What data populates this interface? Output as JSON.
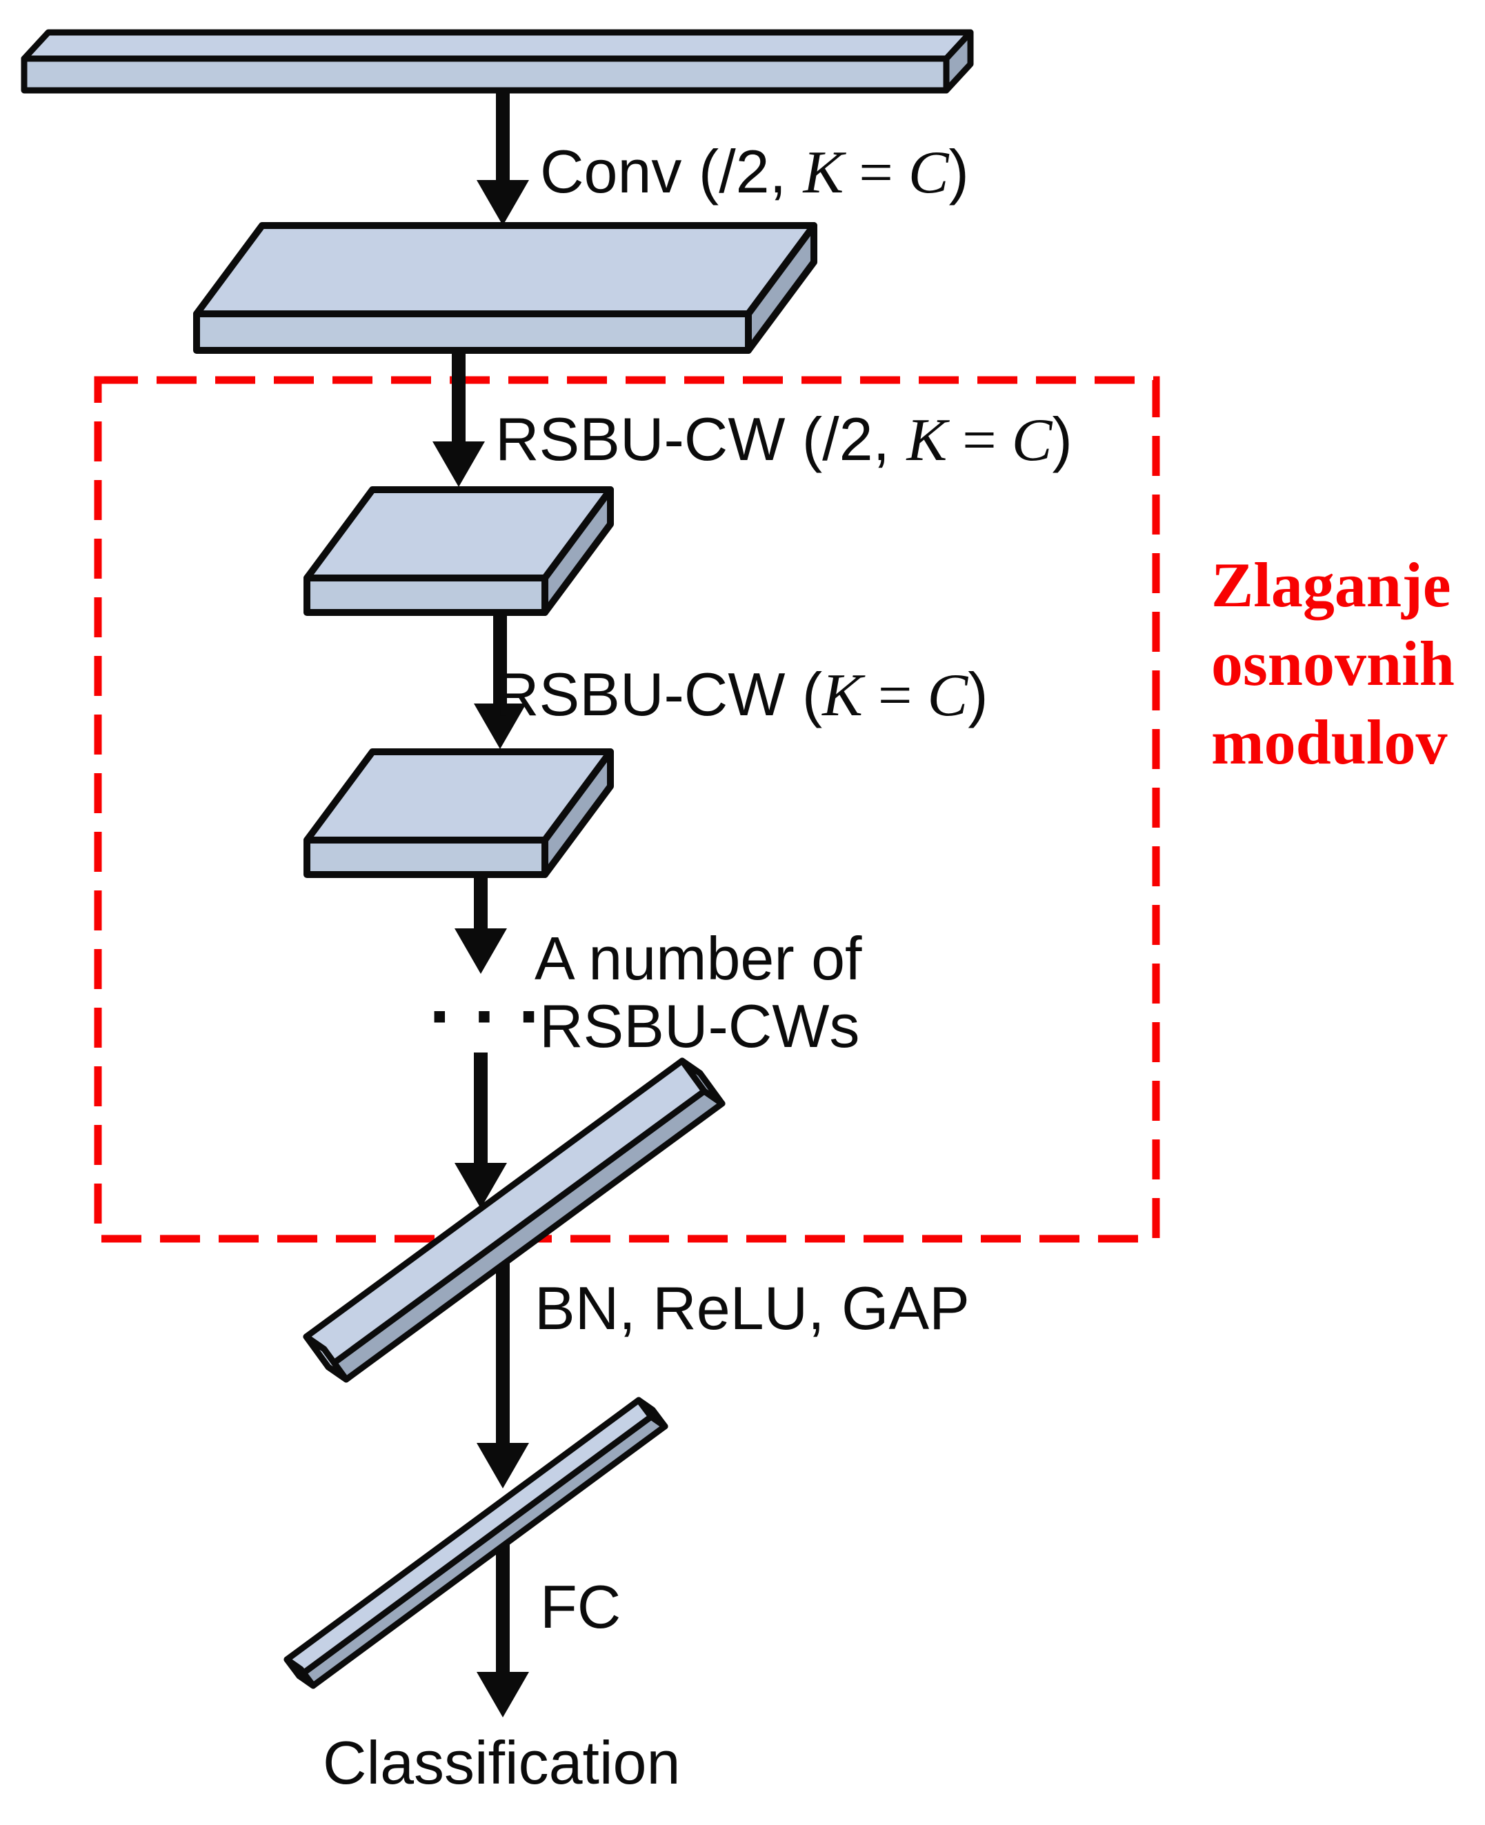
{
  "diagram": {
    "labels": {
      "conv": [
        {
          "t": "Conv (/2, "
        },
        {
          "t": "K",
          "f": "mathit"
        },
        {
          "t": " = ",
          "f": "mathserif"
        },
        {
          "t": "C",
          "f": "mathit"
        },
        {
          "t": ")"
        }
      ],
      "rsbu_halve": [
        {
          "t": "RSBU-CW (/2, "
        },
        {
          "t": "K",
          "f": "mathit"
        },
        {
          "t": " = ",
          "f": "mathserif"
        },
        {
          "t": "C",
          "f": "mathit"
        },
        {
          "t": ")"
        }
      ],
      "rsbu": [
        {
          "t": "RSBU-CW ("
        },
        {
          "t": "K",
          "f": "mathit"
        },
        {
          "t": " = ",
          "f": "mathserif"
        },
        {
          "t": "C",
          "f": "mathit"
        },
        {
          "t": ")"
        }
      ],
      "stack_note_line1": "A number of",
      "stack_note_dots": "···",
      "stack_note_line2": "RSBU-CWs",
      "bn_relu_gap": "BN, ReLU, GAP",
      "fc": "FC",
      "classification": "Classification"
    },
    "annotation": {
      "lines": [
        "Zlaganje",
        "osnovnih",
        "modulov"
      ],
      "color": "#f80101"
    },
    "colors": {
      "slab_top": "#c5d1e5",
      "slab_front": "#bccadd",
      "slab_side": "#9aa8bc",
      "outline": "#0b0b0b",
      "dashed_box": "#f80101",
      "background": "#ffffff",
      "text": "#0b0b0b"
    },
    "shapes": [
      "input-signal-bar",
      "conv-arrow",
      "feature-map-1",
      "stacked-modules-dashed-box",
      "rsbu-arrow-1",
      "feature-map-2",
      "rsbu-arrow-2",
      "feature-map-3",
      "stack-arrow",
      "ellipsis-dots",
      "pre-gap-arrow",
      "feature-vector-bar",
      "bn-relu-gap-arrow",
      "fc-vector-bar",
      "fc-arrow"
    ]
  }
}
